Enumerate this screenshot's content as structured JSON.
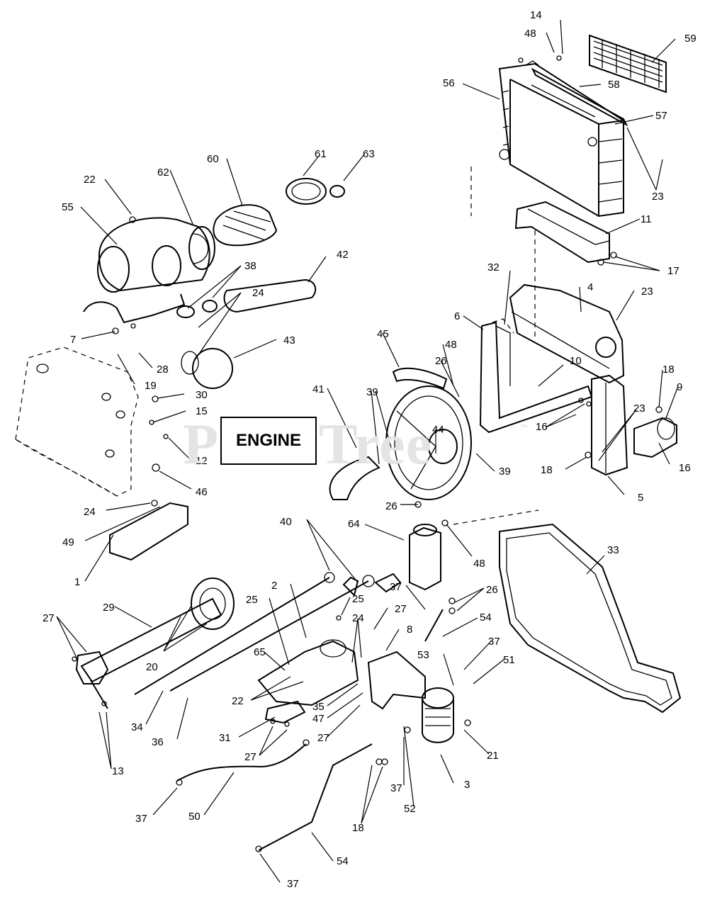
{
  "watermark": {
    "text": "PartsTree",
    "trademark": "™"
  },
  "engine_label": "ENGINE",
  "callouts": {
    "c14": "14",
    "c48a": "48",
    "c59": "59",
    "c56": "56",
    "c58": "58",
    "c57": "57",
    "c23a": "23",
    "c61": "61",
    "c63": "63",
    "c60": "60",
    "c22a": "22",
    "c62": "62",
    "c55": "55",
    "c11": "11",
    "c17": "17",
    "c42": "42",
    "c38": "38",
    "c32": "32",
    "c4": "4",
    "c23b": "23",
    "c24a": "24",
    "c7": "7",
    "c43": "43",
    "c28": "28",
    "c6": "6",
    "c45": "45",
    "c48b": "48",
    "c26a": "26",
    "c10": "10",
    "c18a": "18",
    "c9": "9",
    "c19": "19",
    "c30": "30",
    "c15": "15",
    "c41": "41",
    "c39a": "39",
    "c23c": "23",
    "c16a": "16",
    "c44": "44",
    "c12": "12",
    "c39b": "39",
    "c18b": "18",
    "c16b": "16",
    "c46": "46",
    "c5": "5",
    "c24b": "24",
    "c26b": "26",
    "c49": "49",
    "c40": "40",
    "c64": "64",
    "c48c": "48",
    "c33": "33",
    "c1": "1",
    "c2": "2",
    "c37a": "37",
    "c26c": "26",
    "c25a": "25",
    "c25b": "25",
    "c27a": "27",
    "c29": "29",
    "c27b": "27",
    "c24c": "24",
    "c8": "8",
    "c54a": "54",
    "c65": "65",
    "c37b": "37",
    "c20": "20",
    "c53": "53",
    "c51": "51",
    "c22b": "22",
    "c35": "35",
    "c34": "34",
    "c47": "47",
    "c36": "36",
    "c31": "31",
    "c27c": "27",
    "c27d": "27",
    "c13": "13",
    "c21": "21",
    "c3": "3",
    "c37c": "37",
    "c52": "52",
    "c50": "50",
    "c37d": "37",
    "c18c": "18",
    "c54b": "54",
    "c37e": "37"
  }
}
